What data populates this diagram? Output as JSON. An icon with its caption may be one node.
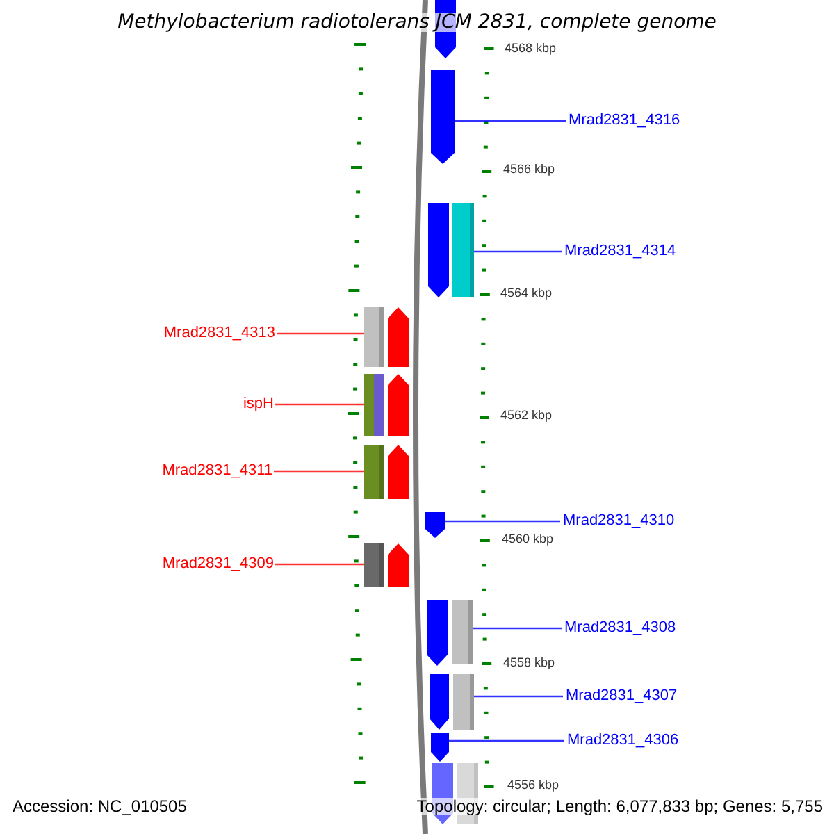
{
  "diagram": {
    "title": "Methylobacterium radiotolerans JCM 2831, complete genome",
    "nodes": [
      {
        "text": [],
        "shape": "arrow"
      },
      {
        "text": [
          "Mrad2831_4316"
        ]
      },
      {
        "text": [],
        "shape": "arrow"
      },
      {
        "text": [
          "Mrad2831_4314"
        ]
      },
      {
        "text": [],
        "shape": "arrow"
      },
      {
        "text": [],
        "shape": "box"
      },
      {
        "text": [
          "Mrad2831_4313"
        ]
      },
      {
        "text": [],
        "shape": "box"
      },
      {
        "text": [],
        "shape": "arrow"
      },
      {
        "text": [
          "ispH"
        ]
      },
      {
        "text": [],
        "shape": "box"
      },
      {
        "text": [],
        "shape": "arrow"
      },
      {
        "text": [
          "Mrad2831_4311"
        ]
      },
      {
        "text": [],
        "shape": "box"
      },
      {
        "text": [],
        "shape": "arrow"
      },
      {
        "text": [
          "Mrad2831_4310"
        ]
      },
      {
        "text": [],
        "shape": "arrow"
      },
      {
        "text": [
          "Mrad2831_4309"
        ]
      },
      {
        "text": [],
        "shape": "box"
      },
      {
        "text": [],
        "shape": "arrow"
      },
      {
        "text": [
          "Mrad2831_4308"
        ]
      },
      {
        "text": [],
        "shape": "arrow"
      },
      {
        "text": [],
        "shape": "box"
      },
      {
        "text": [
          "Mrad2831_4307"
        ]
      },
      {
        "text": [],
        "shape": "arrow"
      },
      {
        "text": [],
        "shape": "box"
      },
      {
        "text": [
          "Mrad2831_4306"
        ]
      },
      {
        "text": [],
        "shape": "arrow"
      },
      {
        "text": [],
        "shape": "arrow"
      },
      {
        "text": [],
        "shape": "box"
      }
    ],
    "edges": [
      {
        "from": 1,
        "to": 2,
        "arrow": "none"
      },
      {
        "from": 3,
        "to": 5,
        "arrow": "none"
      },
      {
        "from": 6,
        "to": 7,
        "arrow": "none",
        "color": "#ff0000"
      },
      {
        "from": 9,
        "to": 10,
        "arrow": "none",
        "color": "#ff0000"
      },
      {
        "from": 12,
        "to": 13,
        "arrow": "none",
        "color": "#ff0000"
      },
      {
        "from": 15,
        "to": 16,
        "arrow": "none"
      },
      {
        "from": 17,
        "to": 18,
        "arrow": "none",
        "color": "#ff0000"
      },
      {
        "from": 20,
        "to": 22,
        "arrow": "none"
      },
      {
        "from": 23,
        "to": 25,
        "arrow": "none"
      },
      {
        "from": 26,
        "to": 27,
        "arrow": "none"
      }
    ],
    "labels": [
      "4568 kbp",
      "4566 kbp",
      "4564 kbp",
      "4562 kbp",
      "4560 kbp",
      "4558 kbp",
      "4556 kbp",
      "Accession: NC_010505",
      "Topology: circular; Length: 6,077,833 bp; Genes: 5,755"
    ]
  }
}
